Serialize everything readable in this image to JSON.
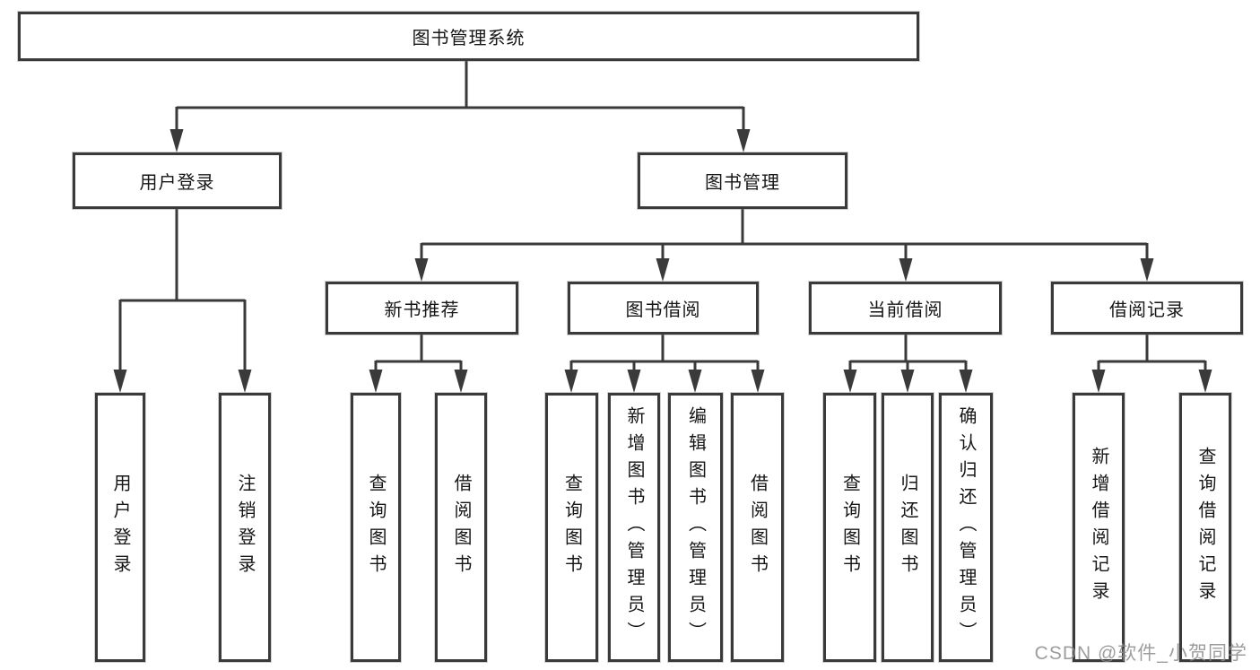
{
  "diagram_title": "图书管理系统",
  "tree": {
    "root": {
      "label": "图书管理系统"
    },
    "user_login": {
      "label": "用户登录",
      "children": [
        {
          "label": "用户登录"
        },
        {
          "label": "注销登录"
        }
      ]
    },
    "book_mgmt": {
      "label": "图书管理",
      "children": [
        {
          "label": "新书推荐",
          "children": [
            {
              "label": "查询图书"
            },
            {
              "label": "借阅图书"
            }
          ]
        },
        {
          "label": "图书借阅",
          "children": [
            {
              "label": "查询图书"
            },
            {
              "label": "新增图书（管理员）"
            },
            {
              "label": "编辑图书（管理员）"
            },
            {
              "label": "借阅图书"
            }
          ]
        },
        {
          "label": "当前借阅",
          "children": [
            {
              "label": "查询图书"
            },
            {
              "label": "归还图书"
            },
            {
              "label": "确认归还（管理员）"
            }
          ]
        },
        {
          "label": "借阅记录",
          "children": [
            {
              "label": "新增借阅记录"
            },
            {
              "label": "查询借阅记录"
            }
          ]
        }
      ]
    }
  },
  "watermark": {
    "text": "CSDN @软件_小贺同学"
  },
  "colors": {
    "line": "#3a3a3a",
    "box_border": "#3a3a3a",
    "text": "#161616",
    "watermark": "#8c8c8c",
    "background": "#ffffff"
  }
}
